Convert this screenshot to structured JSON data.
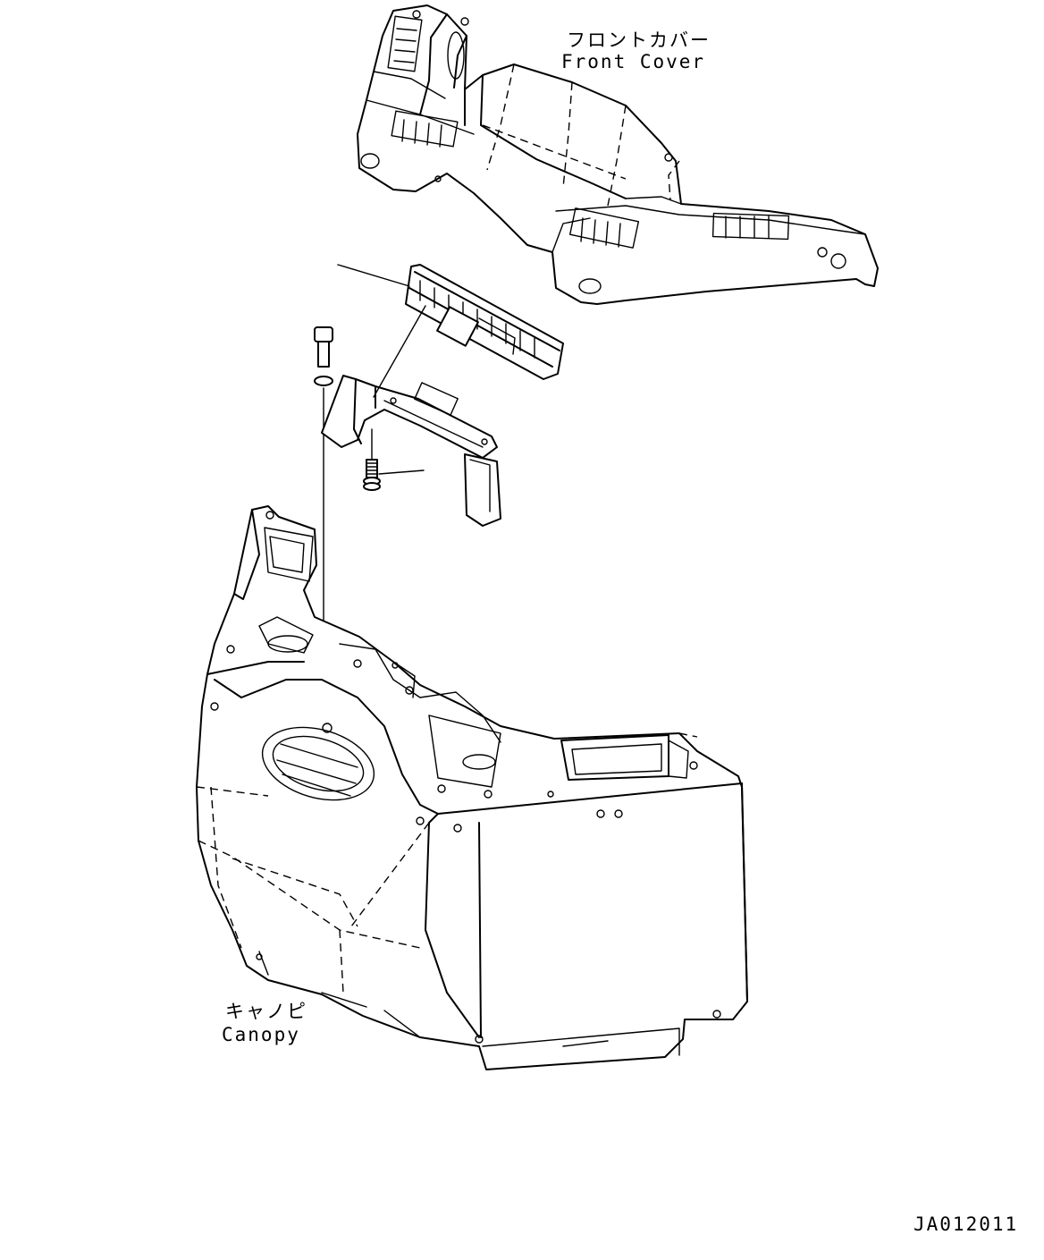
{
  "labels": {
    "front_cover_jp": "フロントカバー",
    "front_cover_en": "Front Cover",
    "canopy_jp": "キャノピ",
    "canopy_en": "Canopy",
    "drawing_number": "JA012011"
  }
}
